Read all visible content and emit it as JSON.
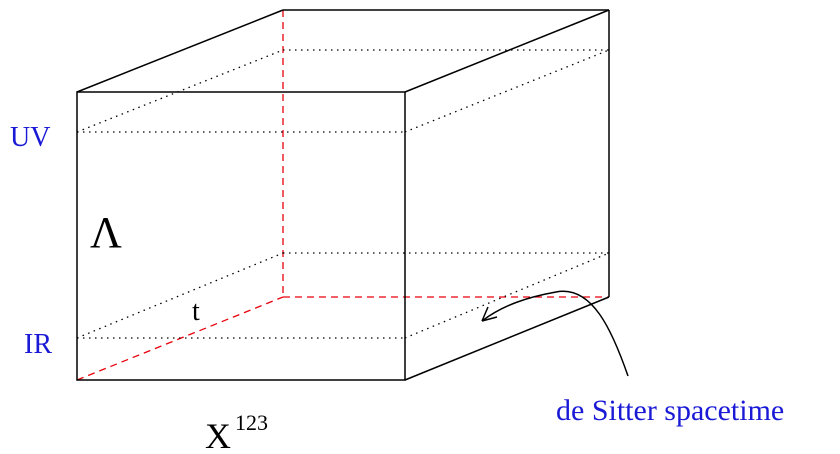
{
  "labels": {
    "uv": "UV",
    "ir": "IR",
    "lambda": "Λ",
    "time_axis": "t",
    "space_base": "X",
    "space_exponent": "123",
    "de_sitter": "de Sitter spacetime"
  },
  "colors": {
    "edge": "#000000",
    "hidden_axis": "#e8000b",
    "label_accent": "#1a1ad6"
  }
}
